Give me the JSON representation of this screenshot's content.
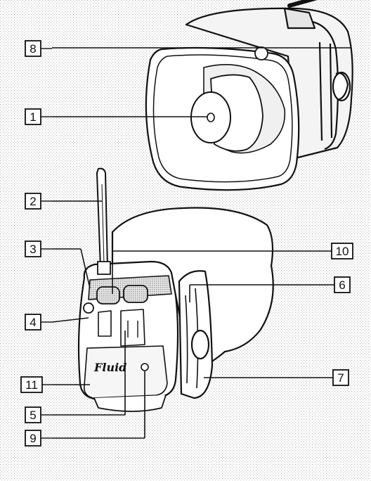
{
  "callouts": [
    {
      "id": "callout-1",
      "label": "1"
    },
    {
      "id": "callout-2",
      "label": "2"
    },
    {
      "id": "callout-3",
      "label": "3"
    },
    {
      "id": "callout-4",
      "label": "4"
    },
    {
      "id": "callout-5",
      "label": "5"
    },
    {
      "id": "callout-6",
      "label": "6"
    },
    {
      "id": "callout-7",
      "label": "7"
    },
    {
      "id": "callout-8",
      "label": "8"
    },
    {
      "id": "callout-9",
      "label": "9"
    },
    {
      "id": "callout-10",
      "label": "10"
    },
    {
      "id": "callout-11",
      "label": "11"
    }
  ],
  "logo_text": "Fluid"
}
